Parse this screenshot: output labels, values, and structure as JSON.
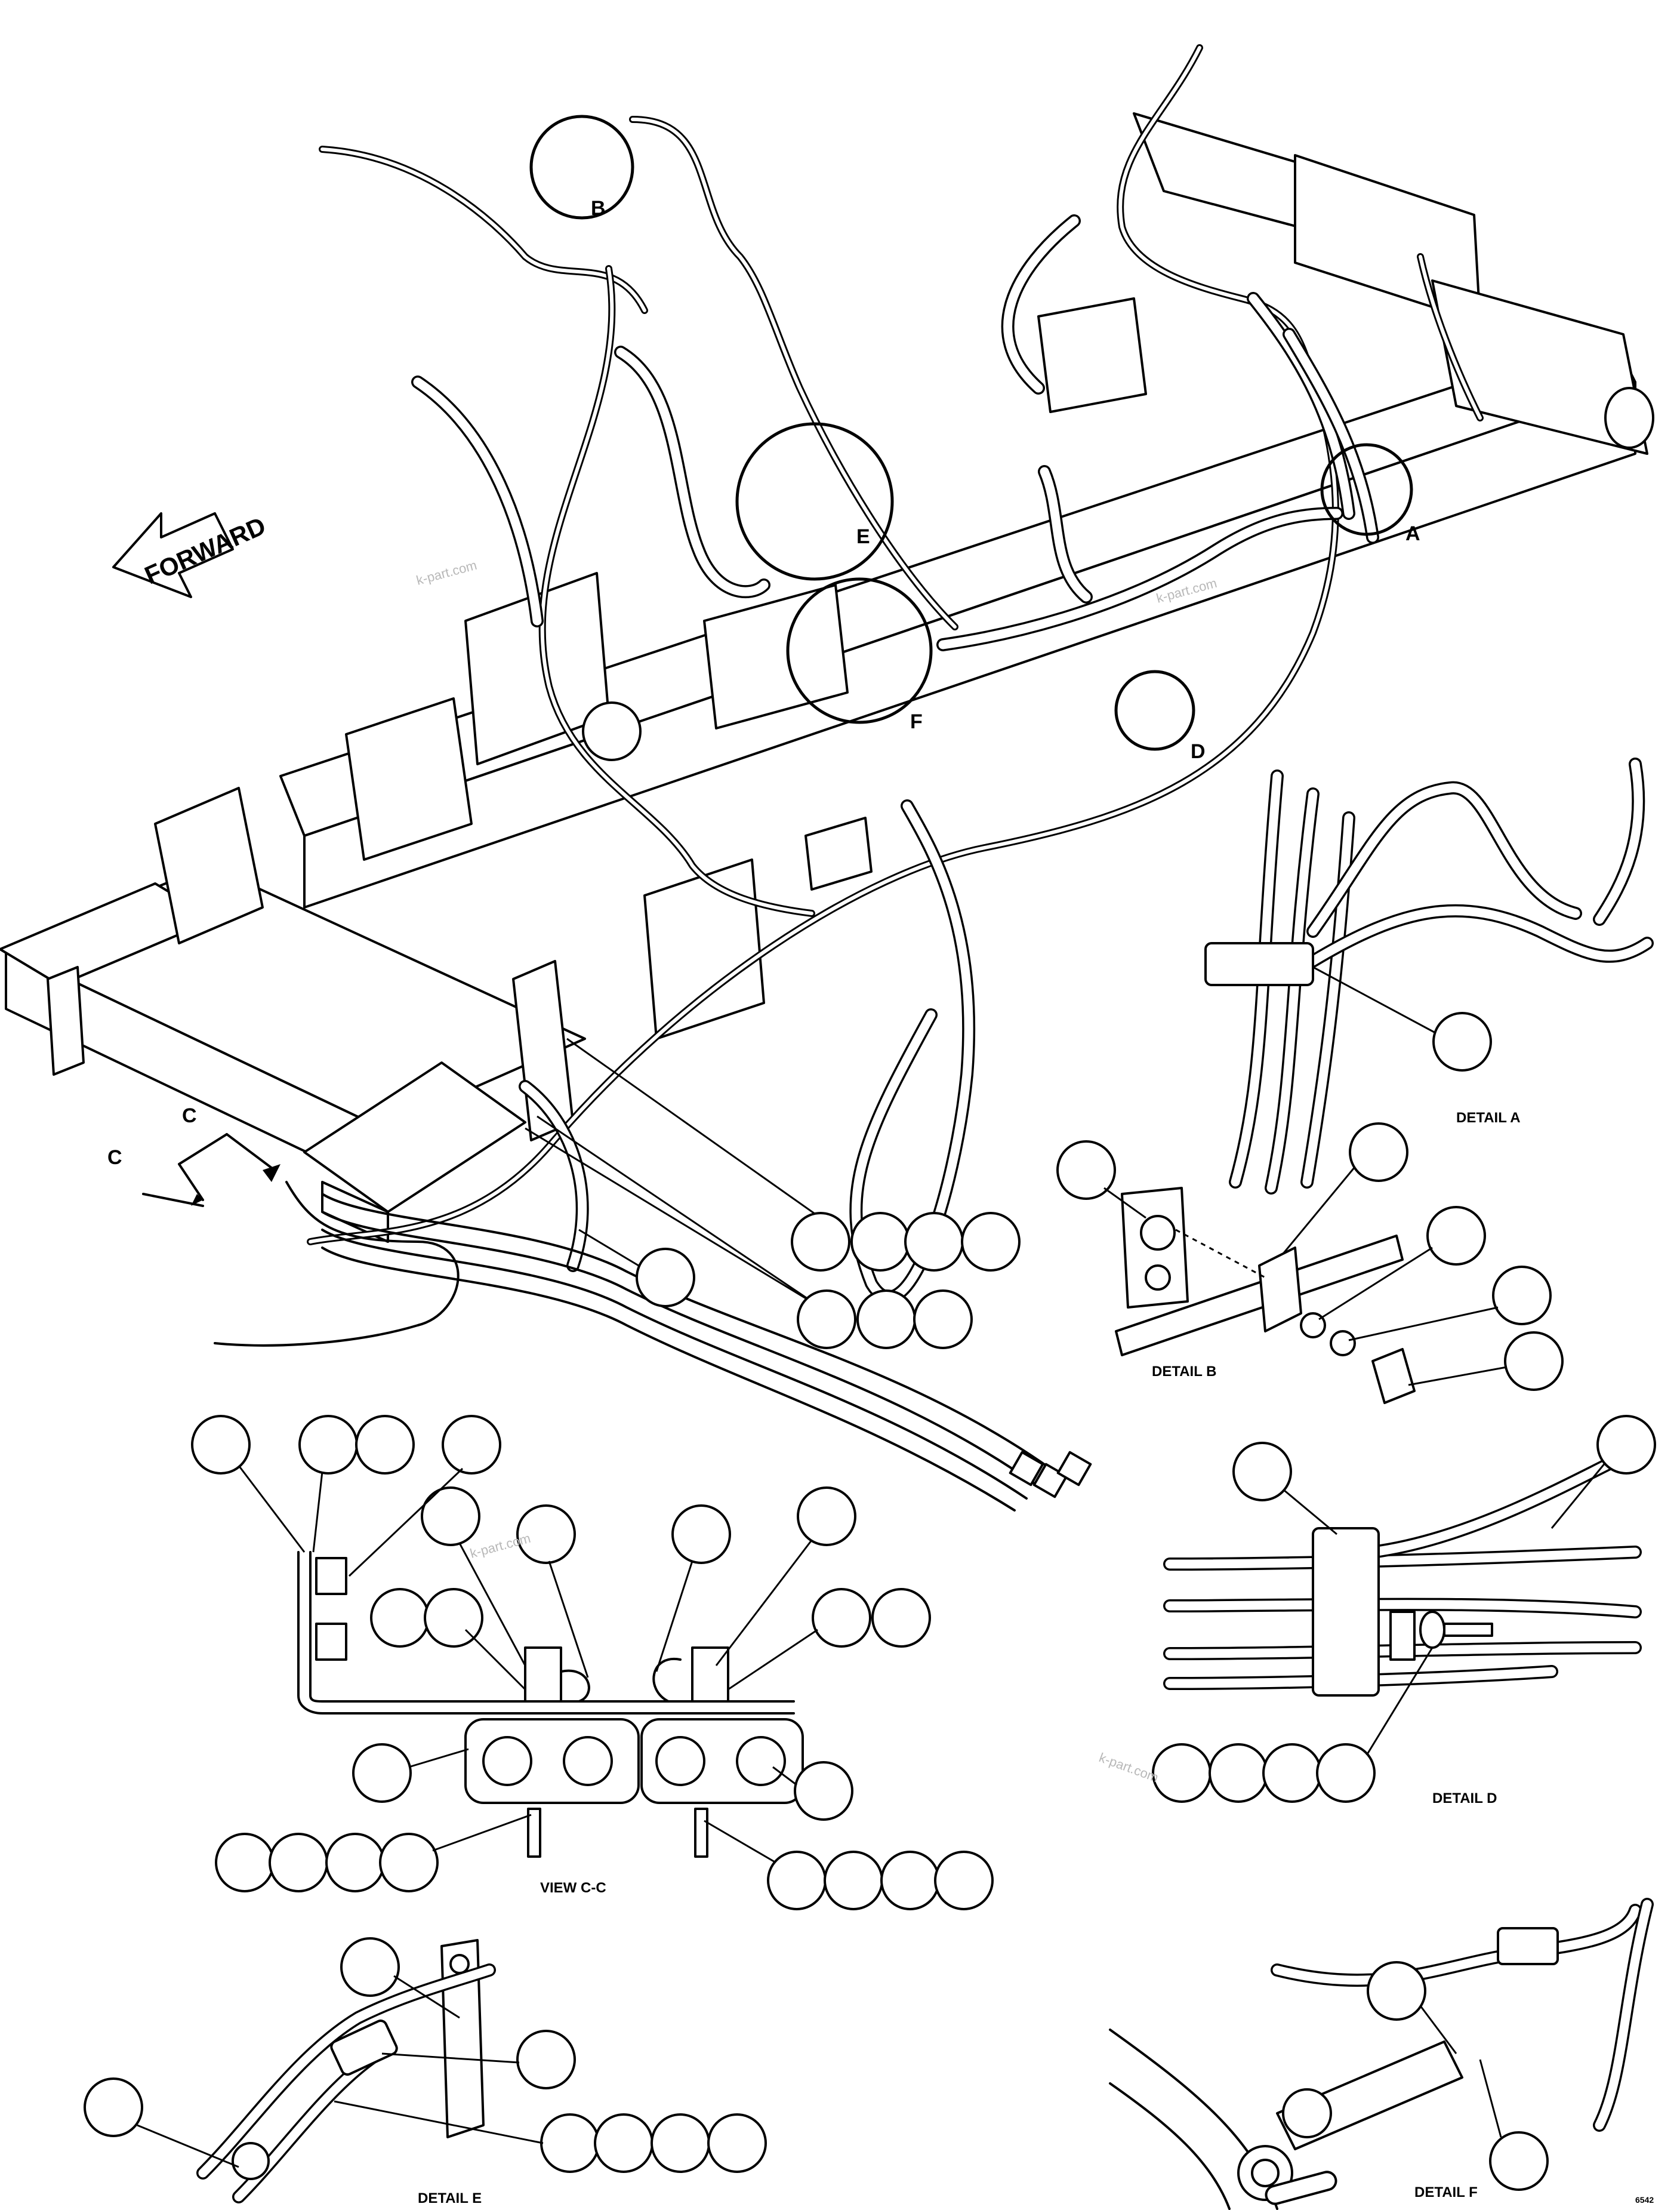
{
  "direction_label": "FORWARD",
  "detail_markers": [
    {
      "id": "detail-a",
      "letter": "A"
    },
    {
      "id": "detail-b",
      "letter": "B"
    },
    {
      "id": "detail-c",
      "letter": "C"
    },
    {
      "id": "detail-d",
      "letter": "D"
    },
    {
      "id": "detail-e",
      "letter": "E"
    },
    {
      "id": "detail-f",
      "letter": "F"
    }
  ],
  "section_arrows": [
    "C",
    "C"
  ],
  "view_titles": {
    "detail_a": "DETAIL A",
    "detail_b": "DETAIL B",
    "view_cc": "VIEW C-C",
    "detail_d": "DETAIL D",
    "detail_e": "DETAIL E",
    "detail_f": "DETAIL F"
  },
  "watermark": "k-part.com",
  "drawing_code": "6542"
}
